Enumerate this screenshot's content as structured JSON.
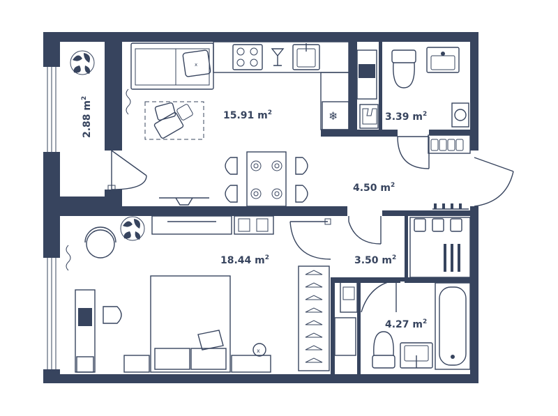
{
  "rooms": {
    "balcony": {
      "area": "2.88",
      "unit": "m",
      "exp": "2"
    },
    "kitchen": {
      "area": "15.91",
      "unit": "m",
      "exp": "2"
    },
    "bath_top": {
      "area": "3.39",
      "unit": "m",
      "exp": "2"
    },
    "hall": {
      "area": "4.50",
      "unit": "m",
      "exp": "2"
    },
    "bedroom": {
      "area": "18.44",
      "unit": "m",
      "exp": "2"
    },
    "corridor": {
      "area": "3.50",
      "unit": "m",
      "exp": "2"
    },
    "bath_bot": {
      "area": "4.27",
      "unit": "m",
      "exp": "2"
    }
  },
  "colors": {
    "wall": "#37445e",
    "background": "#ffffff"
  }
}
